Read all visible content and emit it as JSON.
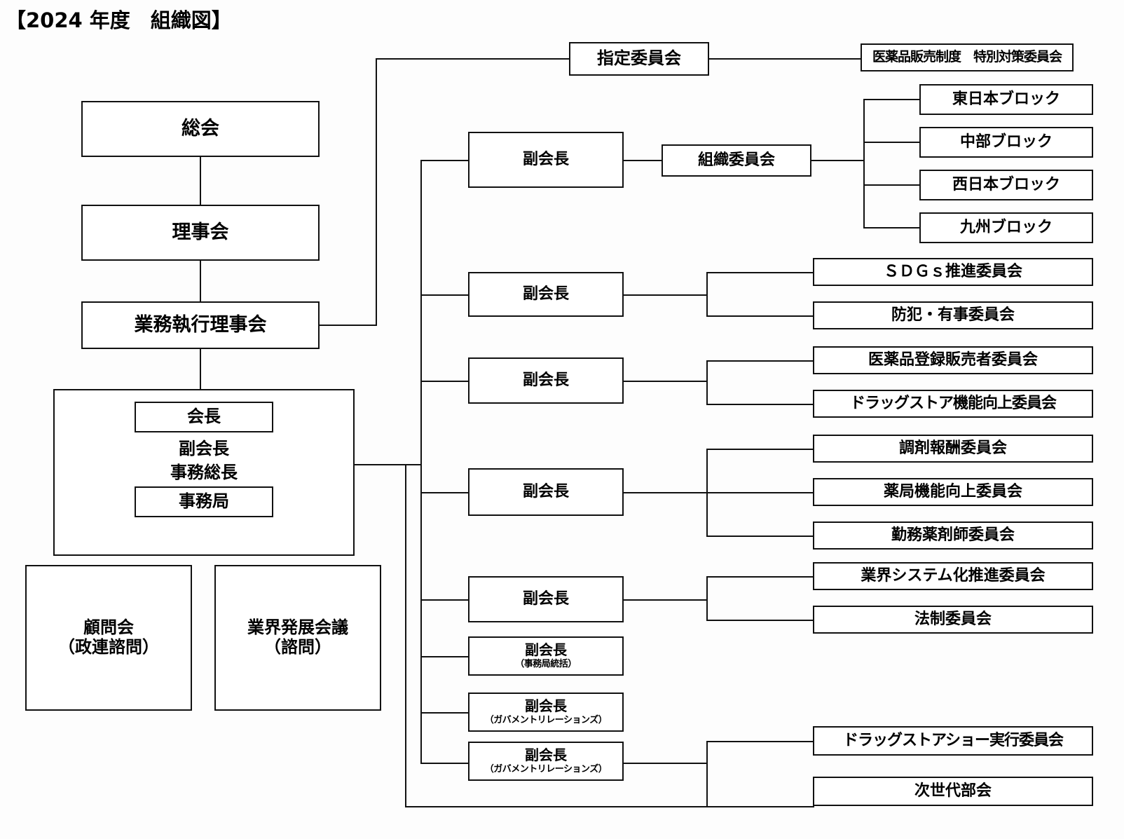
{
  "title": "【2024 年度　組織図】",
  "nodes": {
    "soukai": "総会",
    "rijikai": "理事会",
    "gyomu_shikko_rijikai": "業務執行理事会",
    "kaicho": "会長",
    "fukukaicho_exec": "副会長",
    "jimusocho": "事務総長",
    "jimukyoku": "事務局",
    "komonkai_line1": "顧問会",
    "komonkai_line2": "（政連諮問）",
    "gyokaihatten_line1": "業界発展会議",
    "gyokaihatten_line2": "（諮問）",
    "shitei_iinkai": "指定委員会",
    "iyakuhin_hanbai_seido": "医薬品販売制度　特別対策委員会",
    "soshiki_iinkai": "組織委員会"
  },
  "vice_presidents": [
    {
      "label": "副会長",
      "note": ""
    },
    {
      "label": "副会長",
      "note": ""
    },
    {
      "label": "副会長",
      "note": ""
    },
    {
      "label": "副会長",
      "note": ""
    },
    {
      "label": "副会長",
      "note": ""
    },
    {
      "label": "副会長",
      "note": "（事務局統括）"
    },
    {
      "label": "副会長",
      "note": "（ガバメントリレーションズ）"
    },
    {
      "label": "副会長",
      "note": "（ガバメントリレーションズ）"
    }
  ],
  "blocks": [
    "東日本ブロック",
    "中部ブロック",
    "西日本ブロック",
    "九州ブロック"
  ],
  "committees": [
    "ＳＤＧｓ推進委員会",
    "防犯・有事委員会",
    "医薬品登録販売者委員会",
    "ドラッグストア機能向上委員会",
    "調剤報酬委員会",
    "薬局機能向上委員会",
    "勤務薬剤師委員会",
    "業界システム化推進委員会",
    "法制委員会",
    "ドラッグストアショー実行委員会",
    "次世代部会"
  ],
  "colors": {
    "line": "#111111",
    "box_fill": "#ffffff",
    "page_bg": "#fdfdfd",
    "text": "#000000"
  }
}
